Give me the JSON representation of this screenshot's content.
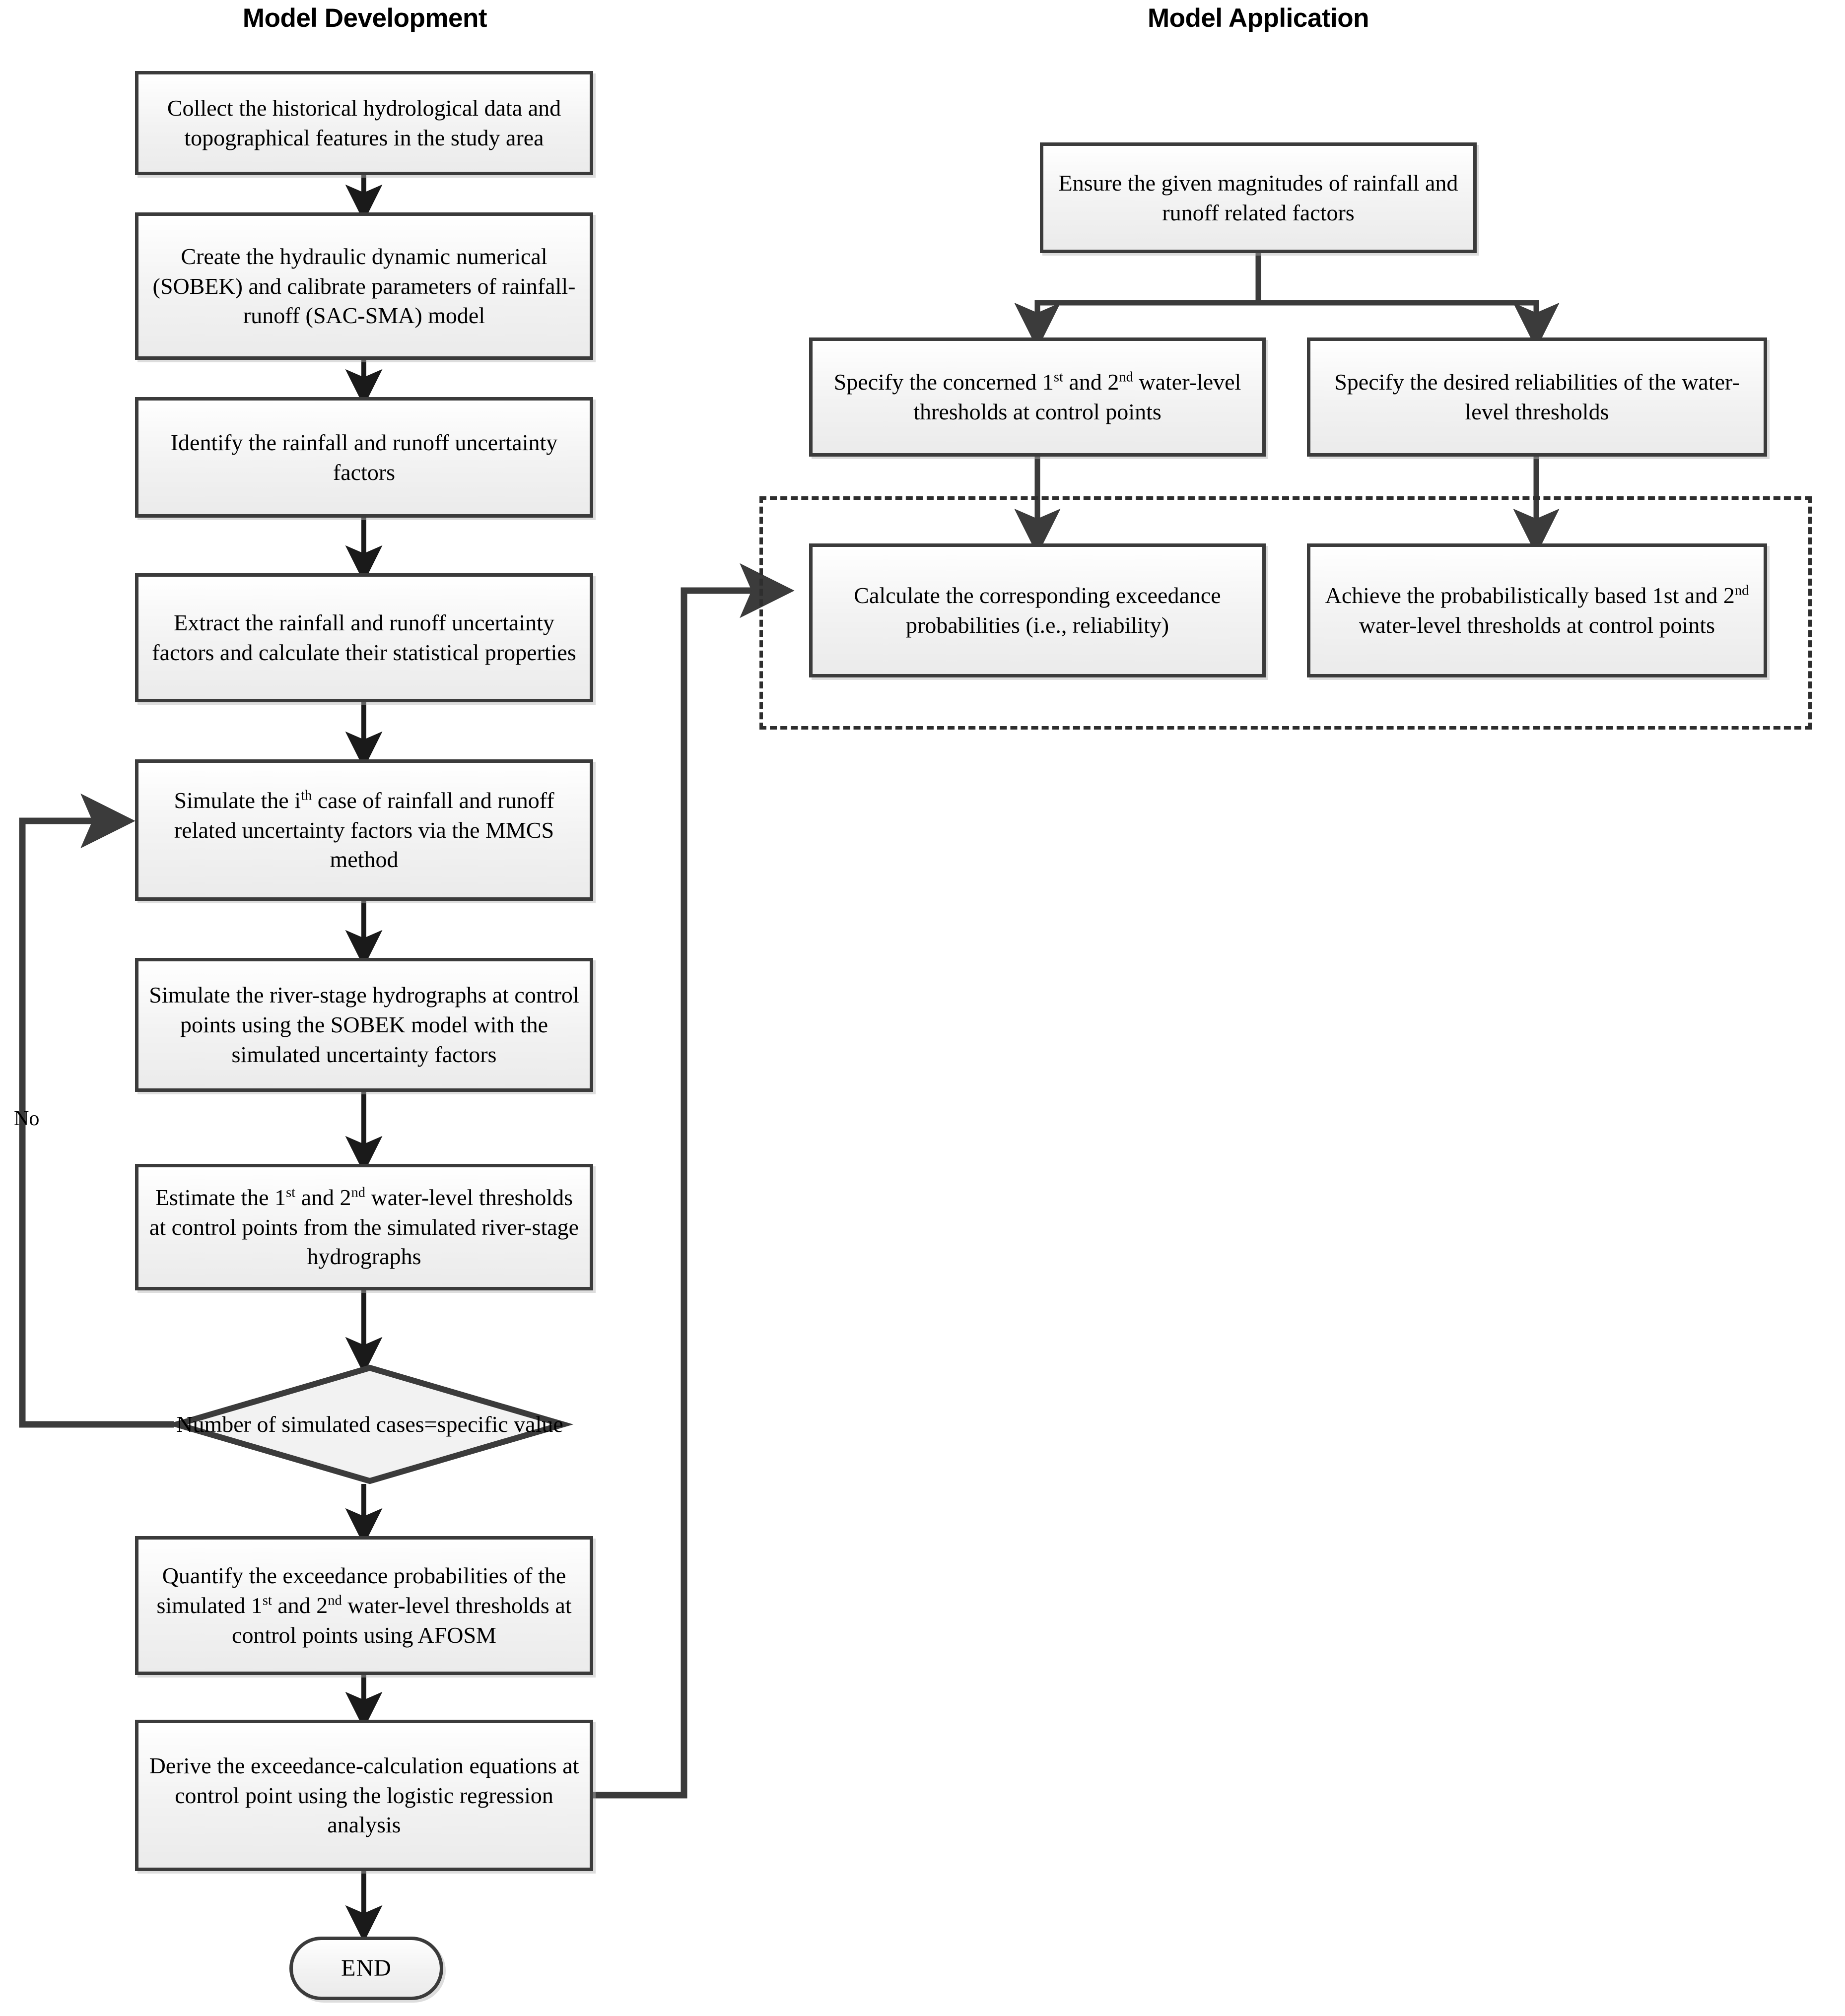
{
  "columns": {
    "left_title": "Model Development",
    "right_title": "Model Application"
  },
  "left_flow": {
    "nodes": [
      {
        "id": "collect",
        "label": "Collect the historical hydrological data and topographical features  in the study area"
      },
      {
        "id": "create",
        "label": "Create the hydraulic dynamic numerical (SOBEK) and calibrate parameters  of rainfall-runoff (SAC-SMA) model"
      },
      {
        "id": "identify",
        "label": "Identify the rainfall and runoff uncertainty factors"
      },
      {
        "id": "extract",
        "label": "Extract the rainfall and runoff uncertainty factors and calculate their statistical properties"
      },
      {
        "id": "simulate_case",
        "label_html": "Simulate the i<sup>th</sup> case of rainfall and runoff related uncertainty factors via the MMCS method"
      },
      {
        "id": "simulate_hydro",
        "label": "Simulate the river-stage hydrographs at control points using the SOBEK model with the simulated uncertainty factors"
      },
      {
        "id": "estimate",
        "label_html": "Estimate the 1<sup>st</sup> and 2<sup>nd</sup> water-level thresholds at control points from the simulated river-stage hydrographs"
      },
      {
        "id": "decision",
        "label": "Number of simulated cases=specific value",
        "shape": "diamond"
      },
      {
        "id": "quantify",
        "label_html": "Quantify the exceedance probabilities of the simulated 1<sup>st</sup> and 2<sup>nd</sup> water-level thresholds at control points using AFOSM"
      },
      {
        "id": "derive",
        "label": "Derive the exceedance-calculation equations at control point using the logistic regression analysis"
      },
      {
        "id": "end",
        "label": "END",
        "shape": "terminator"
      }
    ],
    "edge_labels": {
      "no": "No"
    }
  },
  "right_flow": {
    "nodes": [
      {
        "id": "ensure",
        "label": "Ensure the given magnitudes of rainfall and runoff related factors"
      },
      {
        "id": "specify_thresholds",
        "label_html": "Specify the concerned 1<sup>st</sup> and 2<sup>nd</sup> water-level thresholds at control points"
      },
      {
        "id": "specify_reliabilities",
        "label": "Specify the desired reliabilities of the water-level thresholds"
      },
      {
        "id": "calculate",
        "label": "Calculate the corresponding exceedance probabilities (i.e., reliability)"
      },
      {
        "id": "achieve",
        "label_html": "Achieve the probabilistically based 1st and 2<sup>nd</sup> water-level thresholds at control points"
      }
    ]
  },
  "colors": {
    "node_border": "#3b3b3b",
    "node_fill": "#f2f2f2",
    "connector": "#2e2e2e",
    "text": "#000000",
    "background": "#ffffff"
  }
}
